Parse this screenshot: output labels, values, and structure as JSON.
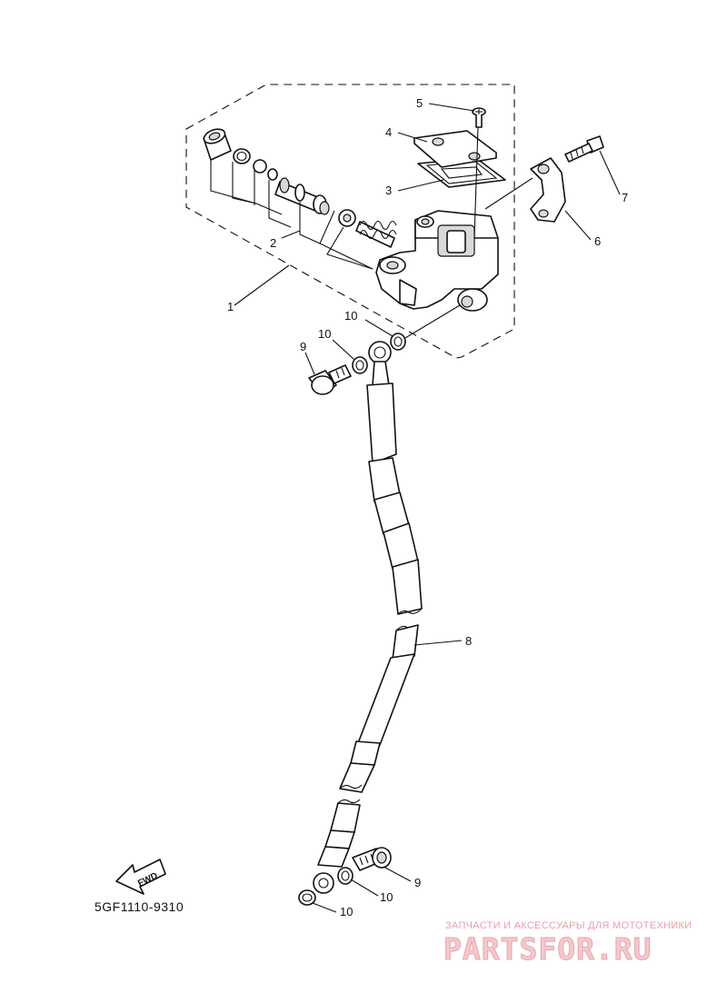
{
  "diagram": {
    "callouts": {
      "c1": "1",
      "c2": "2",
      "c3": "3",
      "c4": "4",
      "c5": "5",
      "c6": "6",
      "c7": "7",
      "c8": "8",
      "c9_top": "9",
      "c9_bottom": "9",
      "c10_top_right": "10",
      "c10_top_left": "10",
      "c10_bottom_right": "10",
      "c10_bottom_left": "10"
    },
    "direction_badge": "FWD",
    "catalog_code": "5GF1110-9310"
  },
  "watermark": {
    "tagline": "ЗАПЧАСТИ И АКСЕССУАРЫ ДЛЯ МОТОТЕХНИКИ",
    "brand": "PARTSFOR.RU"
  }
}
